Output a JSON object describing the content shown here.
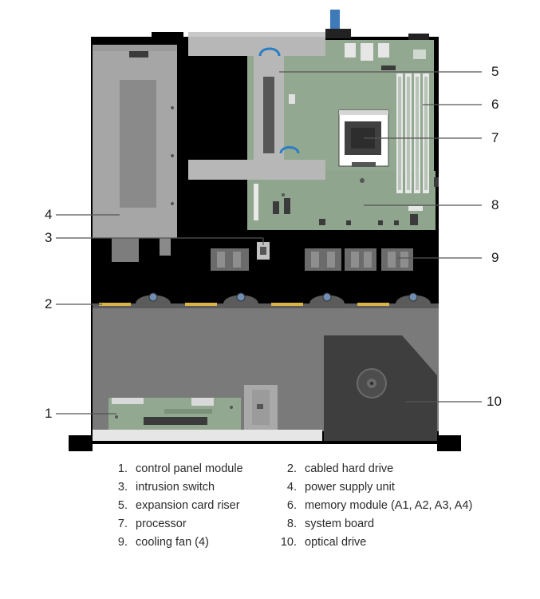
{
  "colors": {
    "chassis": "#000000",
    "board": "#93a891",
    "board_dark": "#6f8a6e",
    "metal": "#a3a3a3",
    "metal_dark": "#777777",
    "riser": "#b4b4b4",
    "fan": "#6b6b6b",
    "accent_blue": "#2a7fc4",
    "connector": "#d9b44a",
    "line": "#555555"
  },
  "callouts": [
    {
      "num": "1"
    },
    {
      "num": "2"
    },
    {
      "num": "3"
    },
    {
      "num": "4"
    },
    {
      "num": "5"
    },
    {
      "num": "6"
    },
    {
      "num": "7"
    },
    {
      "num": "8"
    },
    {
      "num": "9"
    },
    {
      "num": "10"
    }
  ],
  "legend": [
    {
      "num": "1.",
      "label": "control panel module"
    },
    {
      "num": "2.",
      "label": "cabled hard drive"
    },
    {
      "num": "3.",
      "label": "intrusion switch"
    },
    {
      "num": "4.",
      "label": "power supply unit"
    },
    {
      "num": "5.",
      "label": "expansion card riser"
    },
    {
      "num": "6.",
      "label": "memory module (A1, A2, A3, A4)"
    },
    {
      "num": "7.",
      "label": "processor"
    },
    {
      "num": "8.",
      "label": "system board"
    },
    {
      "num": "9.",
      "label": "cooling fan (4)"
    },
    {
      "num": "10.",
      "label": "optical drive"
    }
  ]
}
